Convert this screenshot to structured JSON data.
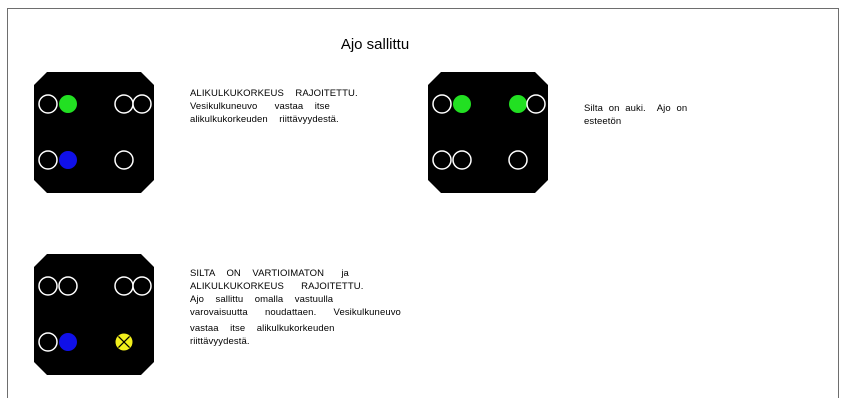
{
  "title": "Ajo sallittu",
  "colors": {
    "panel": "#000000",
    "lamp_off_stroke": "#ffffff",
    "green": "#22e022",
    "blue": "#1010e8",
    "yellow": "#f2ef1c"
  },
  "signs": [
    {
      "id": "underpass-limited",
      "lamps": [
        "off",
        "green",
        "off",
        "off",
        "off",
        "blue",
        "",
        "off"
      ],
      "caption": [
        "ALIKULKUKORKEUS  RAJOITETTU.",
        "Vesikulkuneuvo   vastaa  itse",
        "alikulkukorkeuden  riittävyydestä."
      ]
    },
    {
      "id": "bridge-open",
      "lamps": [
        "off",
        "green",
        "green",
        "off",
        "off",
        "off",
        "",
        "off"
      ],
      "caption": [
        "Silta on auki.  Ajo on",
        "esteetön"
      ]
    },
    {
      "id": "unguarded-bridge",
      "lamps": [
        "off",
        "off",
        "off",
        "off",
        "off",
        "blue",
        "",
        "yellow-x"
      ],
      "caption": [
        "SILTA  ON  VARTIOIMATON   ja",
        "ALIKULKUKORKEUS   RAJOITETTU.",
        "Ajo  sallittu  omalla  vastuulla",
        "varovaisuutta   noudattaen.   Vesikulkuneuvo",
        "vastaa  itse  alikulkukorkeuden",
        "riittävyydestä."
      ]
    }
  ]
}
